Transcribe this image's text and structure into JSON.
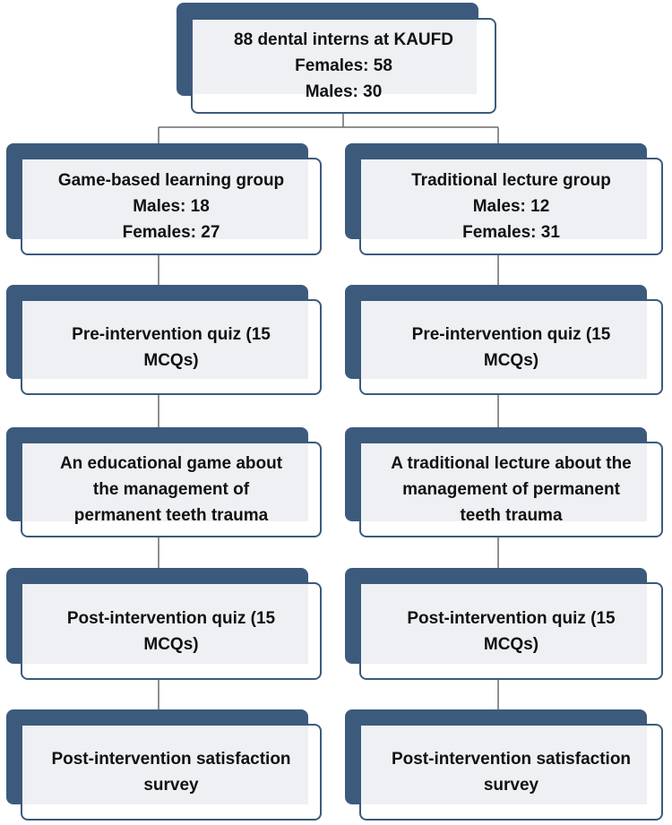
{
  "colors": {
    "accent": "#3c5a7c",
    "fill": "#eef0f3",
    "line": "#6b6b6b"
  },
  "top": {
    "lines": [
      "88 dental interns at KAUFD",
      "Females: 58",
      "Males: 30"
    ]
  },
  "left_column": [
    {
      "lines": [
        "Game-based learning group",
        "Males: 18",
        "Females: 27"
      ]
    },
    {
      "lines": [
        "Pre-intervention quiz (15",
        "MCQs)"
      ]
    },
    {
      "lines": [
        "An educational game about",
        "the management of",
        "permanent teeth trauma"
      ]
    },
    {
      "lines": [
        "Post-intervention quiz (15",
        "MCQs)"
      ]
    },
    {
      "lines": [
        "Post-intervention satisfaction",
        "survey"
      ]
    }
  ],
  "right_column": [
    {
      "lines": [
        "Traditional lecture group",
        "Males: 12",
        "Females: 31"
      ]
    },
    {
      "lines": [
        "Pre-intervention quiz (15",
        "MCQs)"
      ]
    },
    {
      "lines": [
        "A traditional lecture about the",
        "management of permanent",
        "teeth trauma"
      ]
    },
    {
      "lines": [
        "Post-intervention quiz (15",
        "MCQs)"
      ]
    },
    {
      "lines": [
        "Post-intervention satisfaction",
        "survey"
      ]
    }
  ]
}
